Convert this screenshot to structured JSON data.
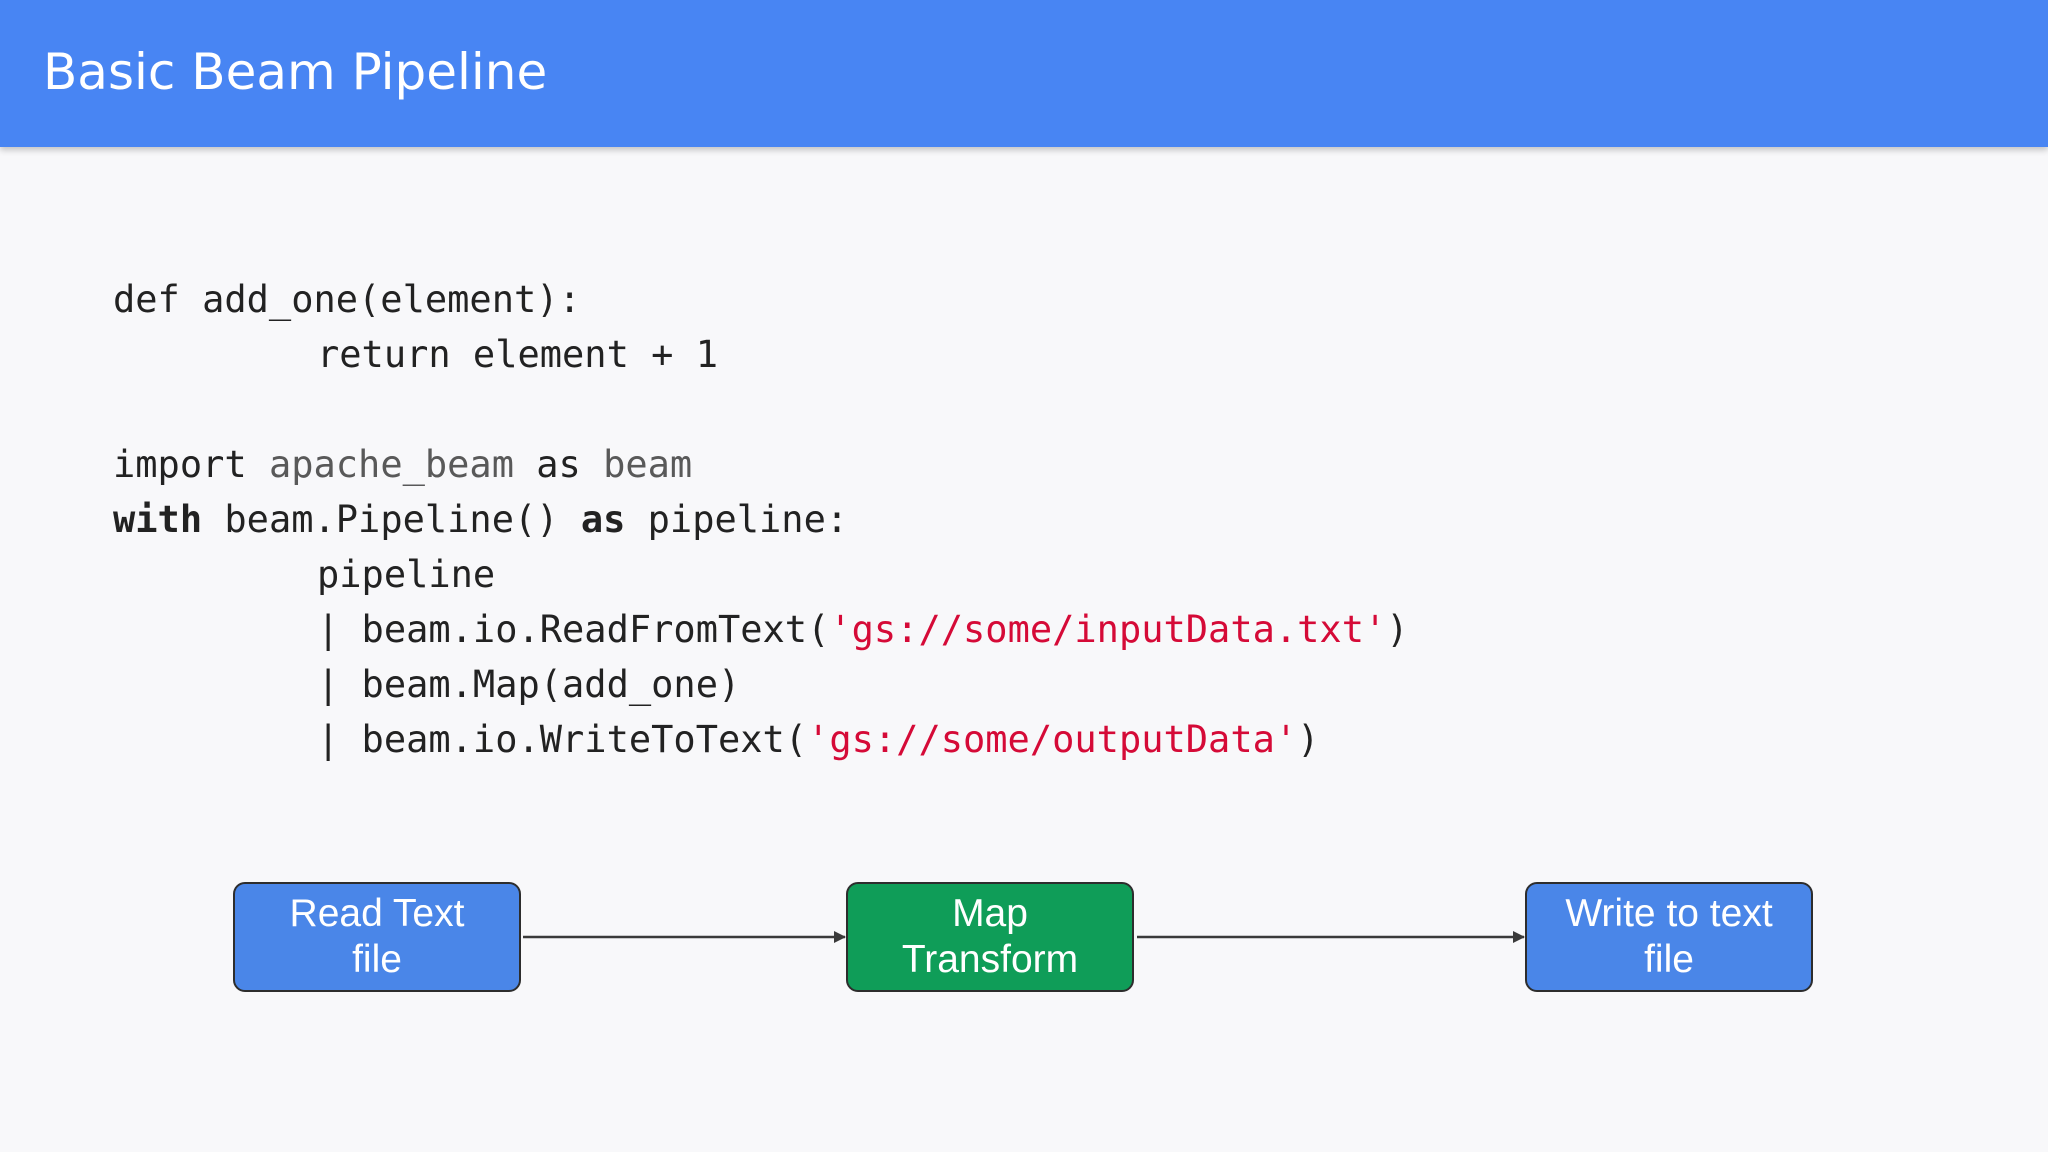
{
  "header": {
    "title": "Basic Beam Pipeline"
  },
  "code": {
    "line1": "def add_one(element):",
    "line2": "return element + 1",
    "line3_import": "import",
    "line3_module": "apache_beam",
    "line3_as": "as",
    "line3_alias": "beam",
    "line4_with": "with",
    "line4_mid": "beam.Pipeline()",
    "line4_as": "as",
    "line4_end": "pipeline:",
    "line5": "pipeline",
    "line6_pre": "| beam.io.ReadFromText(",
    "line6_str": "'gs://some/inputData.txt'",
    "line6_post": ")",
    "line7": "| beam.Map(add_one)",
    "line8_pre": "| beam.io.WriteToText(",
    "line8_str": "'gs://some/outputData'",
    "line8_post": ")"
  },
  "diagram": {
    "nodes": [
      {
        "line1": "Read Text",
        "line2": "file",
        "color": "#4a86e8"
      },
      {
        "line1": "Map",
        "line2": "Transform",
        "color": "#0f9d58"
      },
      {
        "line1": "Write to text",
        "line2": "file",
        "color": "#4a86e8"
      }
    ]
  },
  "colors": {
    "header": "#4885f3",
    "string": "#d50a37"
  }
}
